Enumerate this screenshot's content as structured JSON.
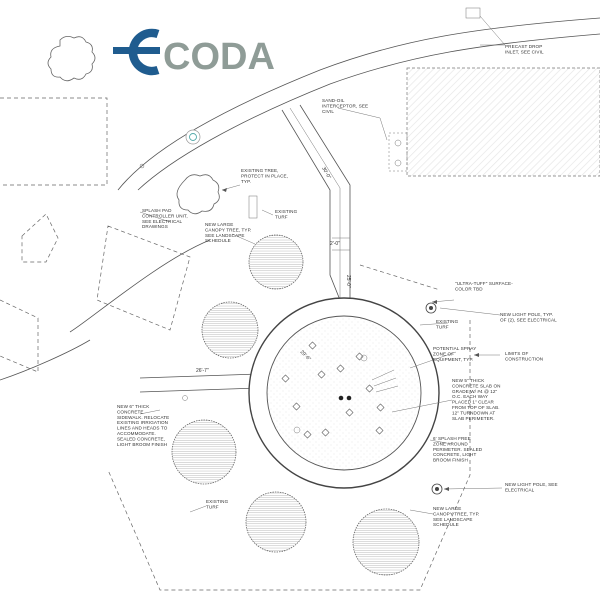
{
  "logo": {
    "text": "CODA",
    "brand_blue": "#1f5c8f",
    "brand_gray": "#8f9c97"
  },
  "labels": {
    "precast_drop": [
      "PRECAST DROP",
      "INLET, SEE CIVIL"
    ],
    "sand_oil": [
      "SAND-OIL",
      "INTERCEPTOR, SEE",
      "CIVIL"
    ],
    "existing_tree": [
      "EXISTING TREE,",
      "PROTECT IN PLACE,",
      "TYP."
    ],
    "splash_pad_controller": [
      "SPLASH PAD",
      "CONTROLLER UNIT,",
      "SEE ELECTRICAL",
      "DRAWINGS"
    ],
    "existing_turf_top": [
      "EXISTING",
      "TURF"
    ],
    "new_large_canopy_top": [
      "NEW LARGE",
      "CANOPY TREE, TYP.",
      "SEE LANDSCAPE",
      "SCHEDULE"
    ],
    "ultra_turf": [
      "\"ULTRA-TUFF\" SURFACE-",
      "COLOR TBD"
    ],
    "existing_turf_right": [
      "EXISTING",
      "TURF"
    ],
    "new_light_pole_top": [
      "NEW LIGHT POLE, TYP.",
      "OF (2), SEE ELECTRICAL"
    ],
    "potential_spray": [
      "POTENTIAL SPRAY",
      "ZONE OF",
      "EQUIPMENT, TYP."
    ],
    "limits_construction": [
      "LIMITS OF",
      "CONSTRUCTION"
    ],
    "new_5in_slab": [
      "NEW 5\" THICK",
      "CONCRETE SLAB ON",
      "GRADE W/ #4 @ 12\"",
      "O.C. EACH WAY",
      "PLACED 1\" CLEAR",
      "FROM TOP OF SLAB.",
      "12\" TURNDOWN AT",
      "SLAB PERIMETER."
    ],
    "new_6in_concrete": [
      "NEW 6\" THICK",
      "CONCRETE",
      "SIDEWALK. RELOCATE",
      "EXISTING IRRIGATION",
      "LINES AND HEADS TO",
      "ACCOMMODATE.",
      "SEALED CONCRETE,",
      "LIGHT BROOM FINISH"
    ],
    "splash_free_zone": [
      "6' SPLASH FREE",
      "ZONE AROUND",
      "PERIMETER. SEALED",
      "CONCRETE, LIGHT",
      "BROOM FINISH"
    ],
    "new_light_pole_bottom": [
      "NEW LIGHT POLE, SEE",
      "ELECTRICAL"
    ],
    "existing_turf_bottom": [
      "EXISTING",
      "TURF"
    ],
    "new_large_canopy_bottom": [
      "NEW LARGE",
      "CANOPY TREE, TYP.",
      "SEE LANDSCAPE",
      "SCHEDULE"
    ]
  },
  "dimensions": {
    "d1": "29'-6\"",
    "d2": "2'-0\"",
    "d3": "25'-0\"",
    "d4": "26'-7\"",
    "d5": "30'-0\""
  }
}
